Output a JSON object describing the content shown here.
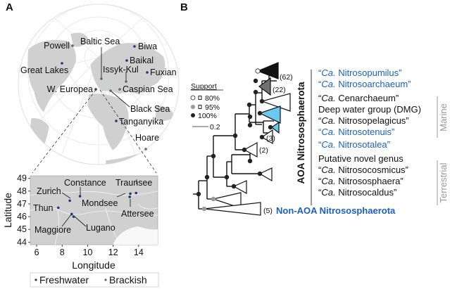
{
  "panel_a": {
    "label": "A",
    "globe_sites": [
      {
        "name": "Powell",
        "type": "brackish"
      },
      {
        "name": "Baltic Sea",
        "type": "brackish"
      },
      {
        "name": "Biwa",
        "type": "freshwater"
      },
      {
        "name": "Baikal",
        "type": "freshwater"
      },
      {
        "name": "Great Lakes",
        "type": "freshwater"
      },
      {
        "name": "Issyk-Kul",
        "type": "brackish"
      },
      {
        "name": "Fuxian",
        "type": "freshwater"
      },
      {
        "name": "W. Europea",
        "type": "freshwater"
      },
      {
        "name": "Caspian Sea",
        "type": "brackish"
      },
      {
        "name": "Black Sea",
        "type": "brackish"
      },
      {
        "name": "Tanganyika",
        "type": "freshwater"
      },
      {
        "name": "Hoare",
        "type": "brackish"
      }
    ],
    "inset": {
      "xlabel": "Longitude",
      "ylabel": "Latitude",
      "xticks": [
        "6",
        "8",
        "10",
        "12",
        "14"
      ],
      "yticks": [
        "49",
        "48",
        "47",
        "46",
        "45",
        "44"
      ],
      "xlim": [
        5.5,
        15.5
      ],
      "ylim": [
        43.8,
        49.2
      ],
      "lakes": [
        {
          "name": "Constance",
          "lon": 9.4,
          "lat": 47.6
        },
        {
          "name": "Traunsee",
          "lon": 13.8,
          "lat": 47.85
        },
        {
          "name": "Zurich",
          "lon": 8.6,
          "lat": 47.25
        },
        {
          "name": "Mondsee",
          "lon": 13.35,
          "lat": 47.8
        },
        {
          "name": "Thun",
          "lon": 7.7,
          "lat": 46.7
        },
        {
          "name": "Attersee",
          "lon": 13.3,
          "lat": 47.55
        },
        {
          "name": "Maggiore",
          "lon": 8.75,
          "lat": 46.2
        },
        {
          "name": "Lugano",
          "lon": 8.9,
          "lat": 46.0
        }
      ]
    },
    "legend": {
      "freshwater": "Freshwater",
      "brackish": "Brackish"
    }
  },
  "panel_b": {
    "label": "B",
    "support_legend": {
      "title": "Support",
      "items": [
        "80%",
        "95%",
        "100%"
      ],
      "scale": "0.2"
    },
    "clade_counts": [
      "(62)",
      "(22)",
      "(3)",
      "(2)",
      "(5)"
    ],
    "group_label": "AOA Nitrososphaerota",
    "outgroup_label": "Non-AOA Nitrososphaerota",
    "taxa": [
      {
        "prefix": "“",
        "ca": "Ca.",
        "name": " Nitrosopumilus”",
        "color": "blue"
      },
      {
        "prefix": "“",
        "ca": "Ca.",
        "name": " Nitrosoarchaeum”",
        "color": "blue"
      },
      {
        "prefix": "“",
        "ca": "Ca.",
        "name": " Cenarchaeum”",
        "color": "black"
      },
      {
        "prefix": "",
        "ca": "",
        "name": "Deep water group (DMG)",
        "color": "black"
      },
      {
        "prefix": "“",
        "ca": "Ca.",
        "name": " Nitrosopelagicus”",
        "color": "black"
      },
      {
        "prefix": "“",
        "ca": "Ca.",
        "name": " Nitrosotenuis”",
        "color": "blue"
      },
      {
        "prefix": "“",
        "ca": "Ca.",
        "name": " Nitrosotalea”",
        "color": "blue"
      },
      {
        "prefix": "",
        "ca": "",
        "name": "Putative novel genus",
        "color": "black"
      },
      {
        "prefix": "“",
        "ca": "Ca.",
        "name": " Nitrosocosmicus”",
        "color": "black"
      },
      {
        "prefix": "“",
        "ca": "Ca.",
        "name": " Nitrososphaera”",
        "color": "black"
      },
      {
        "prefix": "“",
        "ca": "Ca.",
        "name": " Nitrosocaldus”",
        "color": "black"
      }
    ],
    "habitats": [
      "Marine",
      "Terrestrial"
    ]
  },
  "colors": {
    "freshwater": "#1f3a6e",
    "brackish": "#4a7a4a",
    "blue_text": "#1a5fc8",
    "clade_blue": "#6cc8f0",
    "clade_gray": "#707070",
    "land": "#d0d0d0"
  }
}
